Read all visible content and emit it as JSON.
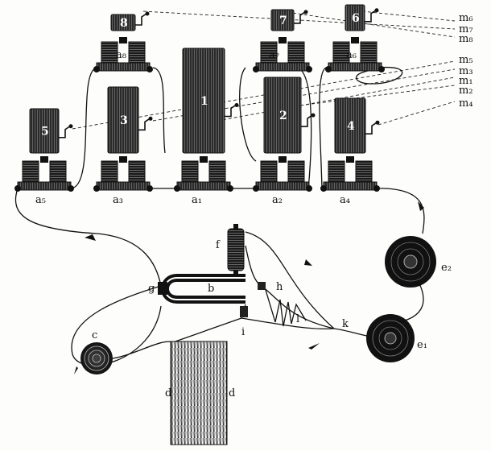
{
  "letters": {
    "a1": "a₁",
    "a2": "a₂",
    "a3": "a₃",
    "a4": "a₄",
    "a5": "a₅",
    "a6": "a₆",
    "a7": "a₇",
    "a8": "a₈",
    "m1": "m₁",
    "m2": "m₂",
    "m3": "m₃",
    "m4": "m₄",
    "m5": "m₅",
    "m6": "m₆",
    "m7": "m₇",
    "m8": "m₈",
    "b": "b",
    "c": "c",
    "d_left": "d",
    "d_right": "d",
    "e1": "e₁",
    "e2": "e₂",
    "f": "f",
    "g": "g",
    "h": "h",
    "i": "i",
    "k": "k",
    "l": "l"
  },
  "cylinder_numbers": {
    "n1": "1",
    "n2": "2",
    "n3": "3",
    "n4": "4",
    "n5": "5",
    "n6": "6",
    "n7": "7",
    "n8": "8"
  },
  "colors": {
    "ink": "#111111",
    "paper": "#fdfdfb"
  }
}
